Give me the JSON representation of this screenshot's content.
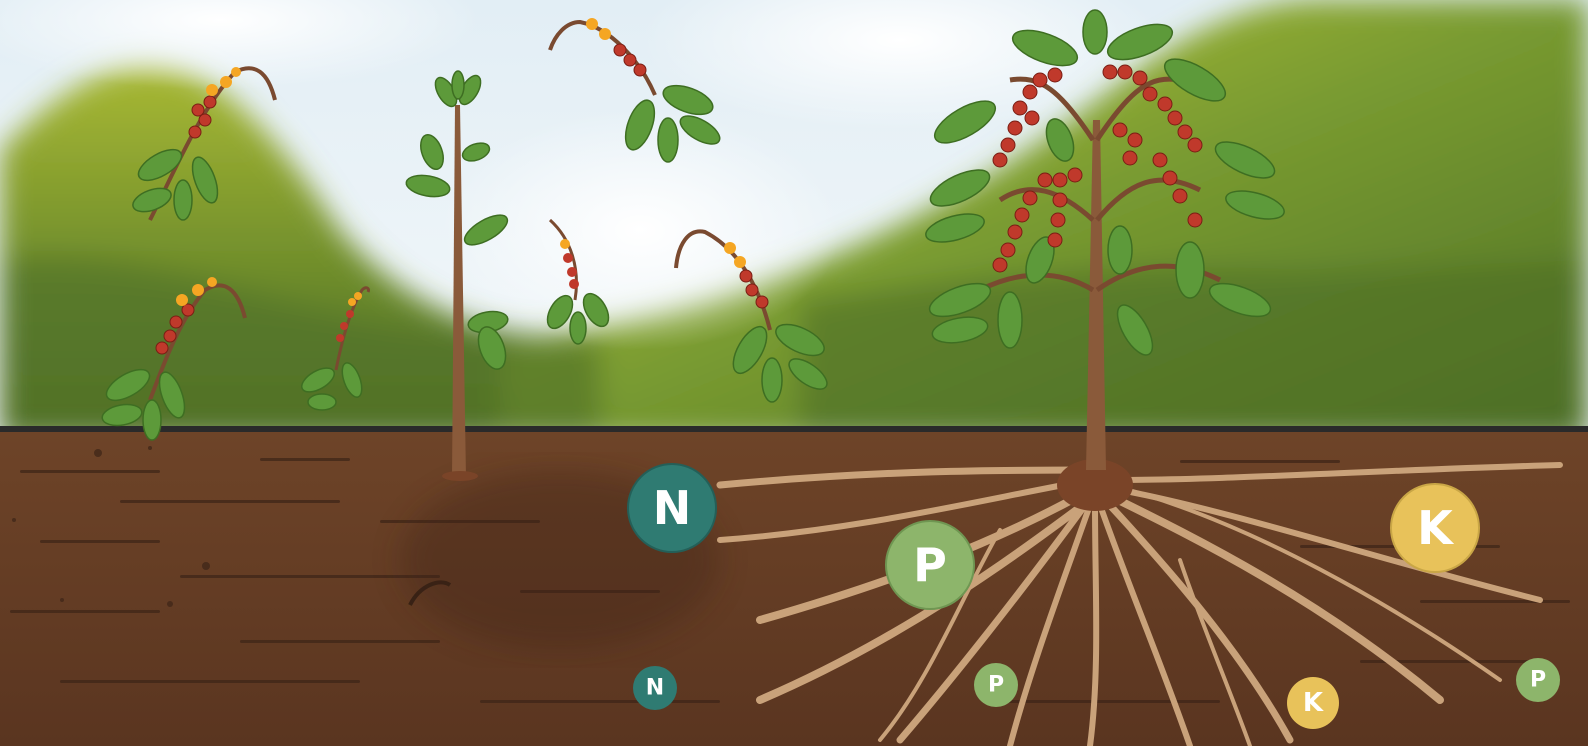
{
  "nutrients": {
    "n": "N",
    "p": "P",
    "k": "K"
  },
  "colors": {
    "sky": "#dbeaf3",
    "hills": "#7f9b2a",
    "soil": "#6b4127",
    "root": "#c9a27a",
    "nitrogen": "#2f7b72",
    "phosphorus": "#8db56b",
    "potassium": "#e8c25a",
    "berry": "#c0392b",
    "leaf": "#5d9a3a"
  },
  "icons": {
    "nitrogen": "nitrogen-bubble-icon",
    "phosphorus": "phosphorus-bubble-icon",
    "potassium": "potassium-bubble-icon"
  }
}
